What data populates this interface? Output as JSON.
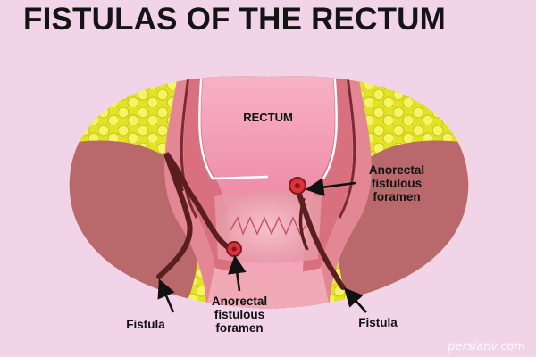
{
  "title": "FISTULAS OF THE RECTUM",
  "labels": {
    "rectum": "RECTUM",
    "foramen_right": [
      "Anorectal",
      "fistulous",
      "foramen"
    ],
    "foramen_bottom": [
      "Anorectal",
      "fistulous",
      "foramen"
    ],
    "fistula_left": "Fistula",
    "fistula_right": "Fistula"
  },
  "watermark": "persianv.com",
  "colors": {
    "background": "#f2d4e9",
    "fat": "#e6e62a",
    "muscle": "#b9686b",
    "rectum_wall": "#e58a9b",
    "lumen": "#f08aa8",
    "fistula_tract": "#5a1e1e",
    "foramen": "#e0303a"
  }
}
